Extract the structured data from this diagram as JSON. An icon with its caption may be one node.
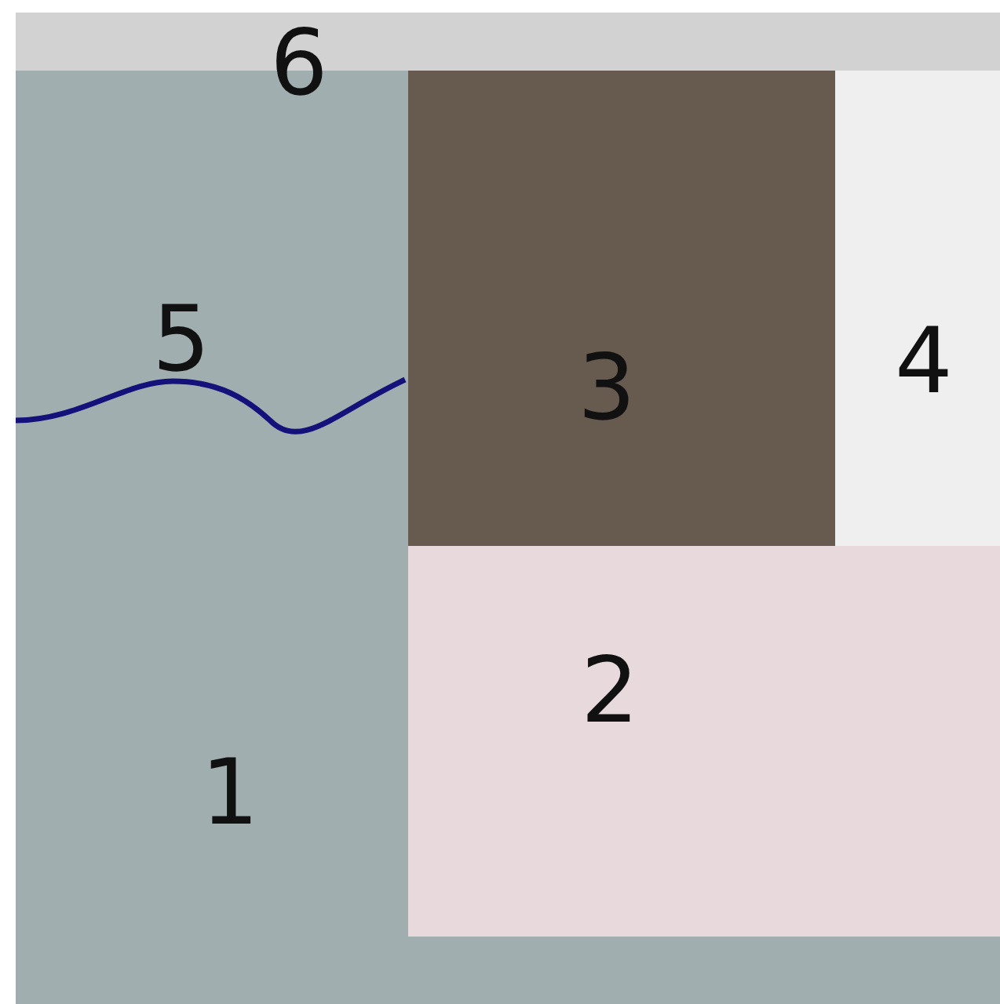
{
  "diagram": {
    "nodes": [
      {
        "text": [
          "6"
        ]
      },
      {
        "text": [
          "1"
        ]
      },
      {
        "text": [
          "3"
        ],
        "in": 1
      },
      {
        "text": [
          "4"
        ],
        "in": 1
      },
      {
        "text": [
          "2"
        ],
        "in": 1
      }
    ],
    "labels": [
      "5"
    ]
  }
}
